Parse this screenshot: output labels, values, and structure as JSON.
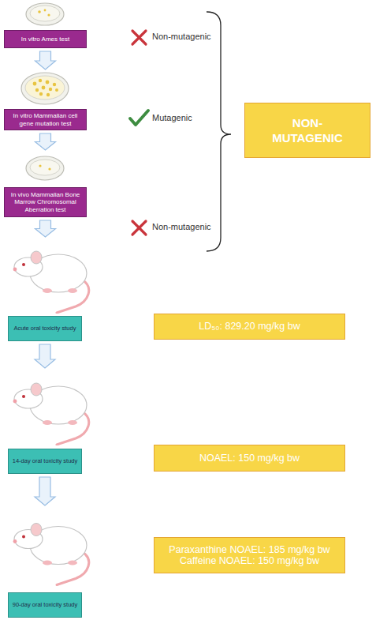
{
  "diagram": {
    "nodes": [
      {
        "text": [
          "In vitro Ames test"
        ]
      },
      {
        "text": [
          "In vitro Mammalian cell gene mutation test"
        ]
      },
      {
        "text": [
          "In vivo Mammalian Bone Marrow Chromosomal Aberration test"
        ]
      },
      {
        "text": [
          "NON-MUTAGENIC"
        ]
      },
      {
        "text": [
          "Acute oral toxicity study"
        ]
      },
      {
        "text": [
          "LD₅₀: 829.20 mg/kg bw"
        ]
      },
      {
        "text": [
          "14-day oral toxicity study"
        ]
      },
      {
        "text": [
          "NOAEL: 150 mg/kg bw"
        ]
      },
      {
        "text": [
          "90-day oral toxicity study"
        ]
      },
      {
        "text": [
          "Paraxanthine NOAEL: 185 mg/kg bw",
          "Caffeine NOAEL: 150 mg/kg bw"
        ]
      }
    ],
    "edges": [
      {
        "from": 0,
        "to": 1,
        "arrow": "to"
      },
      {
        "from": 1,
        "to": 2,
        "arrow": "to"
      },
      {
        "from": 2,
        "to": 4,
        "arrow": "to"
      },
      {
        "from": 4,
        "to": 6,
        "arrow": "to"
      },
      {
        "from": 6,
        "to": 8,
        "arrow": "to"
      }
    ],
    "labels": [
      "Non-mutagenic",
      "Mutagenic",
      "Non-mutagenic"
    ]
  }
}
